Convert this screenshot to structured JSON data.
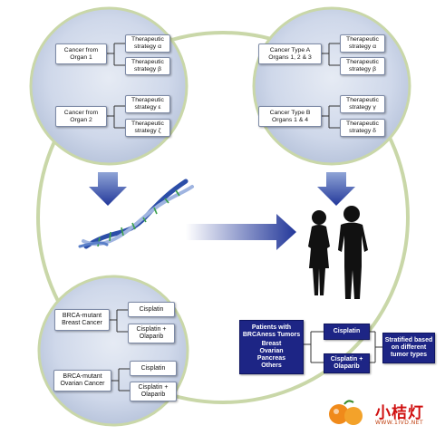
{
  "top_left": {
    "groups": [
      {
        "source": "Cancer from\nOrgan 1",
        "targets": [
          "Therapeutic\nstrategy α",
          "Therapeutic\nstrategy β"
        ]
      },
      {
        "source": "Cancer from\nOrgan 2",
        "targets": [
          "Therapeutic\nstrategy ε",
          "Therapeutic\nstrategy ζ"
        ]
      }
    ]
  },
  "top_right": {
    "groups": [
      {
        "source": "Cancer Type A\nOrgans 1, 2 & 3",
        "targets": [
          "Therapeutic\nstrategy α",
          "Therapeutic\nstrategy β"
        ]
      },
      {
        "source": "Cancer Type B\nOrgans 1 & 4",
        "targets": [
          "Therapeutic\nstrategy γ",
          "Therapeutic\nstrategy δ"
        ]
      }
    ]
  },
  "bottom_left": {
    "groups": [
      {
        "source": "BRCA-mutant\nBreast Cancer",
        "targets": [
          "Cisplatin",
          "Cisplatin +\nOlaparib"
        ]
      },
      {
        "source": "BRCA-mutant\nOvarian Cancer",
        "targets": [
          "Cisplatin",
          "Cisplatin +\nOlaparib"
        ]
      }
    ]
  },
  "bottom_right": {
    "source_title": "Patients with\nBRCAness Tumors",
    "source_items": "Breast\nOvarian\nPancreas\nOthers",
    "targets": [
      "Cisplatin",
      "Cisplatin +\nOlaparib"
    ],
    "result": "Stratified based\non different\ntumor types"
  },
  "logo": {
    "text": "小桔灯",
    "url": "WWW.1IVD.NET"
  },
  "colors": {
    "circle_fill": "#ced7e8",
    "ring": "#c9d7a8",
    "navy": "#1d2585",
    "arrow": "#2a3f9a"
  }
}
